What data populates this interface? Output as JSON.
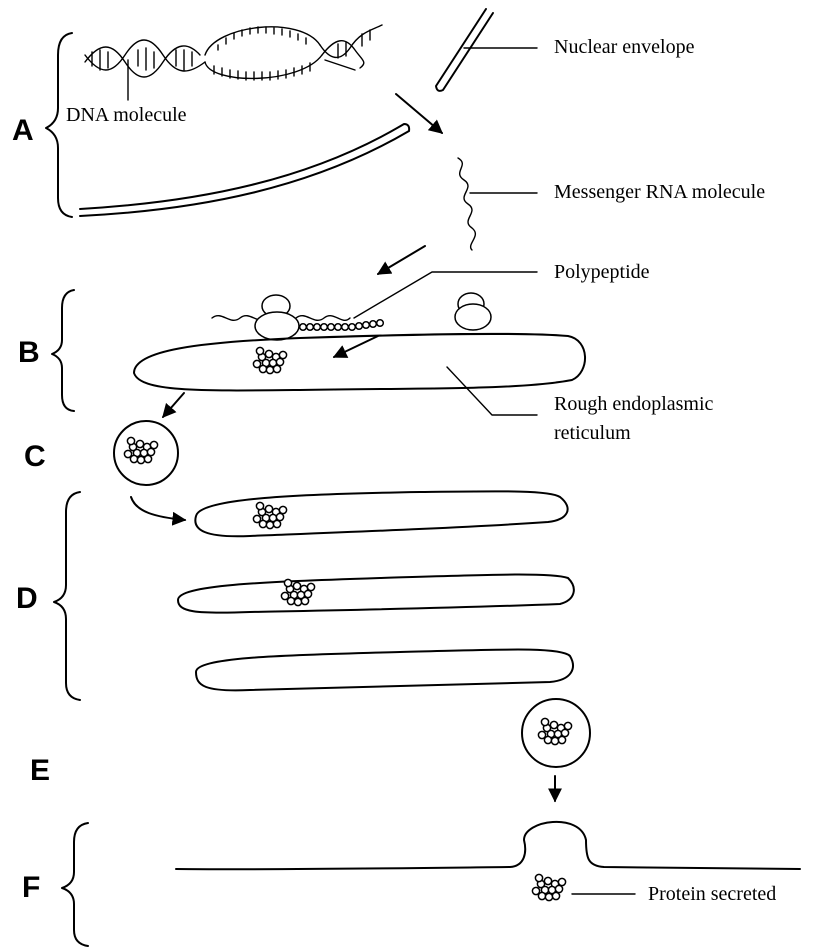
{
  "sections": [
    "A",
    "B",
    "C",
    "D",
    "E",
    "F"
  ],
  "labels": {
    "dna_molecule": "DNA molecule",
    "nuclear_envelope": "Nuclear envelope",
    "mrna_molecule": "Messenger RNA molecule",
    "polypeptide": "Polypeptide",
    "rough_er_line1": "Rough endoplasmic",
    "rough_er_line2": "reticulum",
    "protein_secreted": "Protein secreted"
  }
}
